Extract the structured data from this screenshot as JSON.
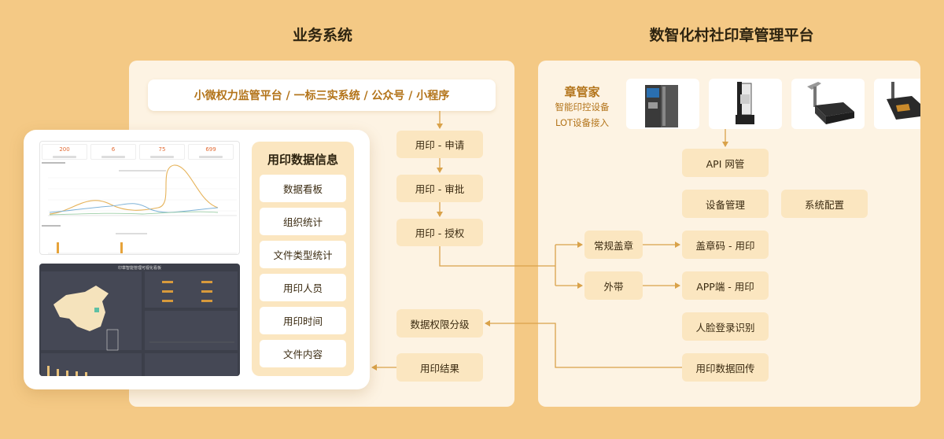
{
  "titles": {
    "business": "业务系统",
    "platform": "数智化村社印章管理平台"
  },
  "platform_bar": "小微权力监管平台 / 一标三实系统 / 公众号 / 小程序",
  "flow": {
    "apply": "用印 - 申请",
    "approve": "用印 - 审批",
    "authorize": "用印 - 授权",
    "permission": "数据权限分级",
    "result": "用印结果"
  },
  "seal_info": {
    "title": "用印数据信息",
    "items": [
      "数据看板",
      "组织统计",
      "文件类型统计",
      "用印人员",
      "用印时间",
      "文件内容"
    ]
  },
  "dashboard": {
    "kpis": [
      "200",
      "6",
      "75",
      "699"
    ],
    "dark_title": "印章智能管理可视化看板"
  },
  "brand": {
    "name": "章管家",
    "line1": "智能印控设备",
    "line2": "LOT设备接入"
  },
  "right_flow": {
    "api": "API 网管",
    "device_mgmt": "设备管理",
    "system_config": "系统配置",
    "normal_seal": "常规盖章",
    "takeout": "外带",
    "seal_code": "盖章码 - 用印",
    "app_seal": "APP端 - 用印",
    "face_login": "人脸登录识别",
    "data_return": "用印数据回传"
  },
  "colors": {
    "background": "#f4c985",
    "panel": "#fdf3e3",
    "box": "#fbe6c0",
    "accent": "#b3741a",
    "arrow": "#d9a24a"
  }
}
